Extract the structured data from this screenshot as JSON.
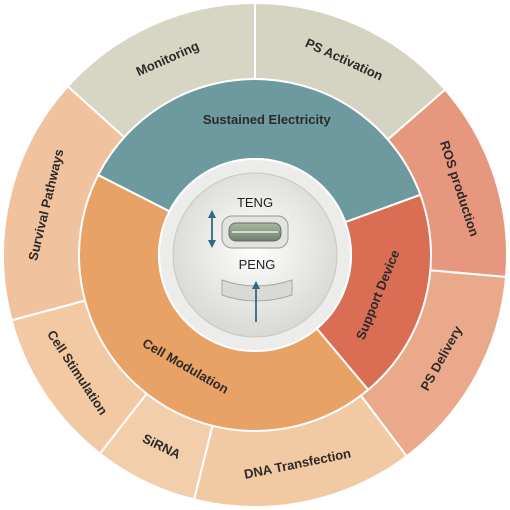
{
  "outer_ring": [
    {
      "label": "Monitoring",
      "color": "#d7d5c3"
    },
    {
      "label": "PS Activation",
      "color": "#d5d3c1"
    },
    {
      "label": "ROS production",
      "color": "#e6977d"
    },
    {
      "label": "PS Delivery",
      "color": "#eba98b"
    },
    {
      "label": "DNA Transfection",
      "color": "#f1c9a3"
    },
    {
      "label": "SiRNA",
      "color": "#f3ceaa"
    },
    {
      "label": "Cell Stimulation",
      "color": "#f2c9a2"
    },
    {
      "label": "Survival Pathways",
      "color": "#f0c29d"
    }
  ],
  "middle_ring": [
    {
      "label": "Sustained Electricity",
      "color": "#6d9a9e"
    },
    {
      "label": "Support Device",
      "color": "#d96e55"
    },
    {
      "label": "Cell Modulation",
      "color": "#e9a266"
    }
  ],
  "core": {
    "teng_label": "TENG",
    "peng_label": "PENG",
    "arrow_color": "#2f6a80"
  }
}
